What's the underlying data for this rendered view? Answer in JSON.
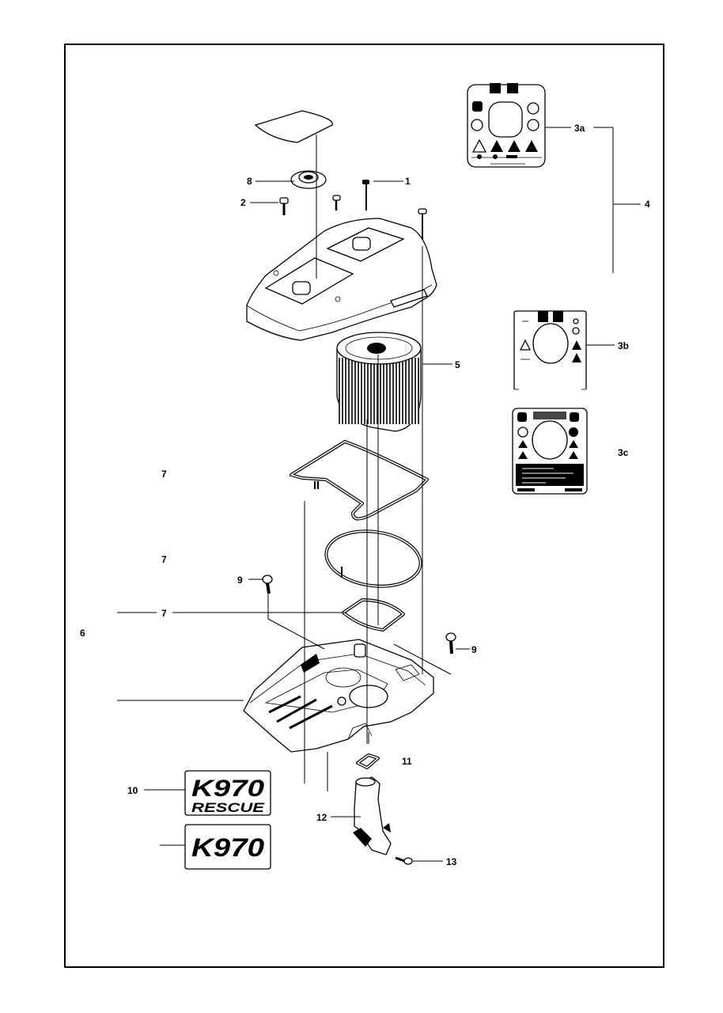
{
  "callouts": {
    "c1": "1",
    "c2": "2",
    "c3a": "3a",
    "c3b": "3b",
    "c3c": "3c",
    "c4": "4",
    "c5": "5",
    "c6": "6",
    "c7a": "7",
    "c7b": "7",
    "c7c": "7",
    "c8": "8",
    "c9a": "9",
    "c9b": "9",
    "c10": "10",
    "c11": "11",
    "c12": "12",
    "c13": "13"
  },
  "decals": {
    "k970_rescue_line1": "K970",
    "k970_rescue_line2": "RESCUE",
    "k970_plain": "K970"
  }
}
